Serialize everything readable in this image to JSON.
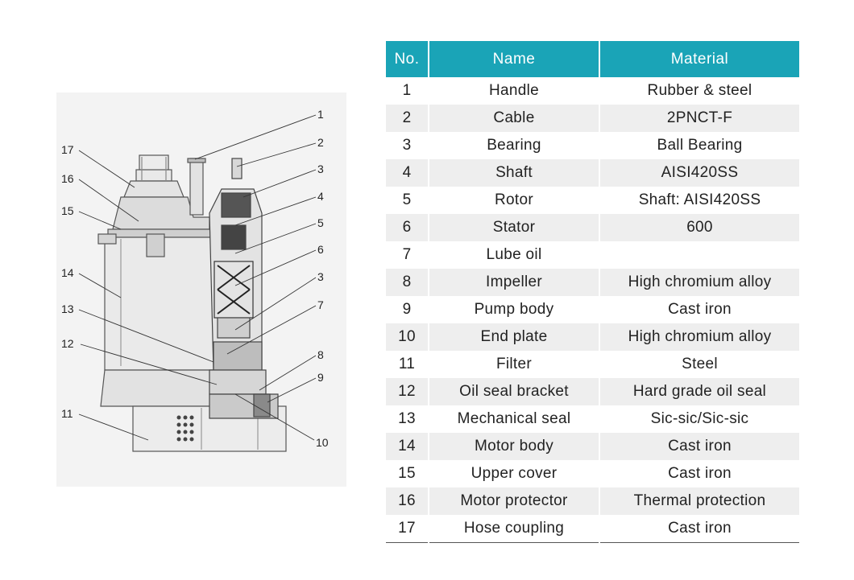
{
  "table": {
    "headers": {
      "no": "No.",
      "name": "Name",
      "material": "Material"
    },
    "rows": [
      {
        "no": "1",
        "name": "Handle",
        "material": "Rubber & steel"
      },
      {
        "no": "2",
        "name": "Cable",
        "material": "2PNCT-F"
      },
      {
        "no": "3",
        "name": "Bearing",
        "material": "Ball Bearing"
      },
      {
        "no": "4",
        "name": "Shaft",
        "material": "AISI420SS"
      },
      {
        "no": "5",
        "name": "Rotor",
        "material": "Shaft: AISI420SS"
      },
      {
        "no": "6",
        "name": "Stator",
        "material": "600"
      },
      {
        "no": "7",
        "name": "Lube oil",
        "material": ""
      },
      {
        "no": "8",
        "name": "Impeller",
        "material": "High chromium alloy"
      },
      {
        "no": "9",
        "name": "Pump body",
        "material": "Cast iron"
      },
      {
        "no": "10",
        "name": "End plate",
        "material": "High chromium alloy"
      },
      {
        "no": "11",
        "name": "Filter",
        "material": "Steel"
      },
      {
        "no": "12",
        "name": "Oil seal bracket",
        "material": "Hard grade oil seal"
      },
      {
        "no": "13",
        "name": "Mechanical seal",
        "material": "Sic-sic/Sic-sic"
      },
      {
        "no": "14",
        "name": "Motor body",
        "material": "Cast iron"
      },
      {
        "no": "15",
        "name": "Upper cover",
        "material": "Cast iron"
      },
      {
        "no": "16",
        "name": "Motor protector",
        "material": "Thermal protection"
      },
      {
        "no": "17",
        "name": "Hose coupling",
        "material": "Cast iron"
      }
    ]
  },
  "diagram": {
    "callouts": [
      {
        "label": "1"
      },
      {
        "label": "2"
      },
      {
        "label": "3"
      },
      {
        "label": "4"
      },
      {
        "label": "5"
      },
      {
        "label": "6"
      },
      {
        "label": "3"
      },
      {
        "label": "7"
      },
      {
        "label": "8"
      },
      {
        "label": "9"
      },
      {
        "label": "10"
      },
      {
        "label": "11"
      },
      {
        "label": "12"
      },
      {
        "label": "13"
      },
      {
        "label": "14"
      },
      {
        "label": "15"
      },
      {
        "label": "16"
      },
      {
        "label": "17"
      }
    ]
  },
  "colors": {
    "header_bg": "#1aa4b7",
    "header_text": "#ffffff",
    "row_alt_bg": "#eeeeee",
    "diagram_bg": "#f3f3f3"
  }
}
